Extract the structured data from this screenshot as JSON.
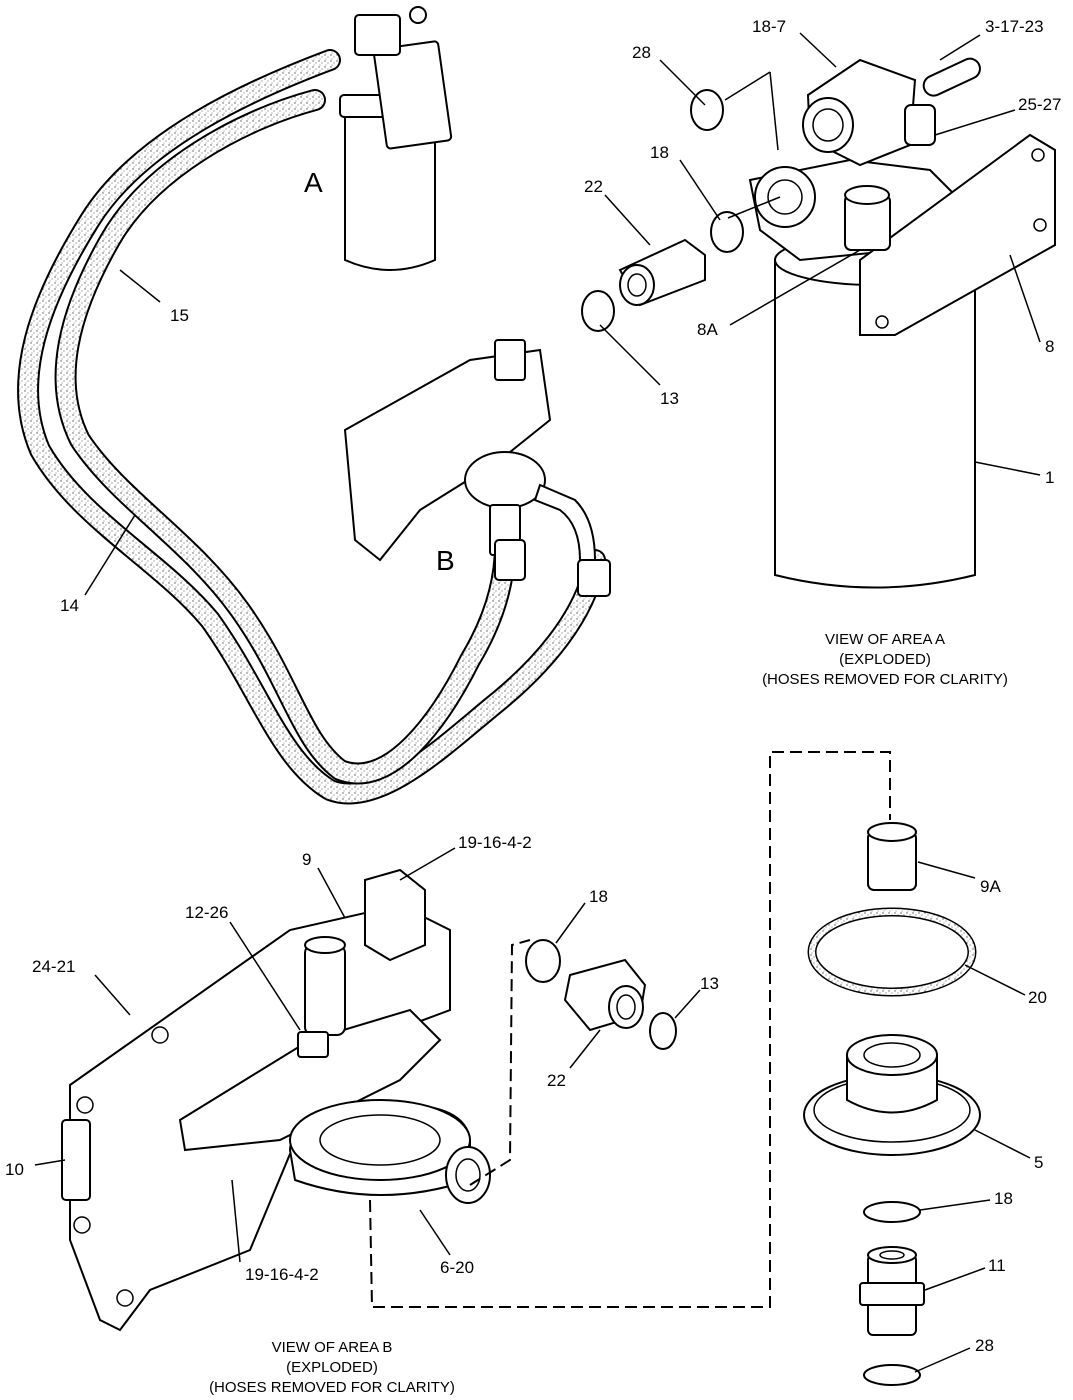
{
  "area_labels": {
    "a": "A",
    "b": "B"
  },
  "callouts": {
    "c_28_top": "28",
    "c_18_7": "18-7",
    "c_3_17_23": "3-17-23",
    "c_25_27": "25-27",
    "c_18_top": "18",
    "c_22_top": "22",
    "c_8a": "8A",
    "c_8": "8",
    "c_13_top": "13",
    "c_1": "1",
    "c_15": "15",
    "c_14": "14",
    "c_19_16_4_2_top": "19-16-4-2",
    "c_9": "9",
    "c_12_26": "12-26",
    "c_24_21": "24-21",
    "c_10": "10",
    "c_19_16_4_2_bottom": "19-16-4-2",
    "c_6_20": "6-20",
    "c_18_mid": "18",
    "c_22_mid": "22",
    "c_13_mid": "13",
    "c_9a": "9A",
    "c_20": "20",
    "c_5": "5",
    "c_18_bottom": "18",
    "c_11": "11",
    "c_28_bottom": "28"
  },
  "captions": {
    "area_a": [
      "VIEW OF AREA  A",
      "(EXPLODED)",
      "(HOSES REMOVED FOR CLARITY)"
    ],
    "area_b": [
      "VIEW OF AREA  B",
      "(EXPLODED)",
      "(HOSES REMOVED FOR CLARITY)"
    ]
  }
}
